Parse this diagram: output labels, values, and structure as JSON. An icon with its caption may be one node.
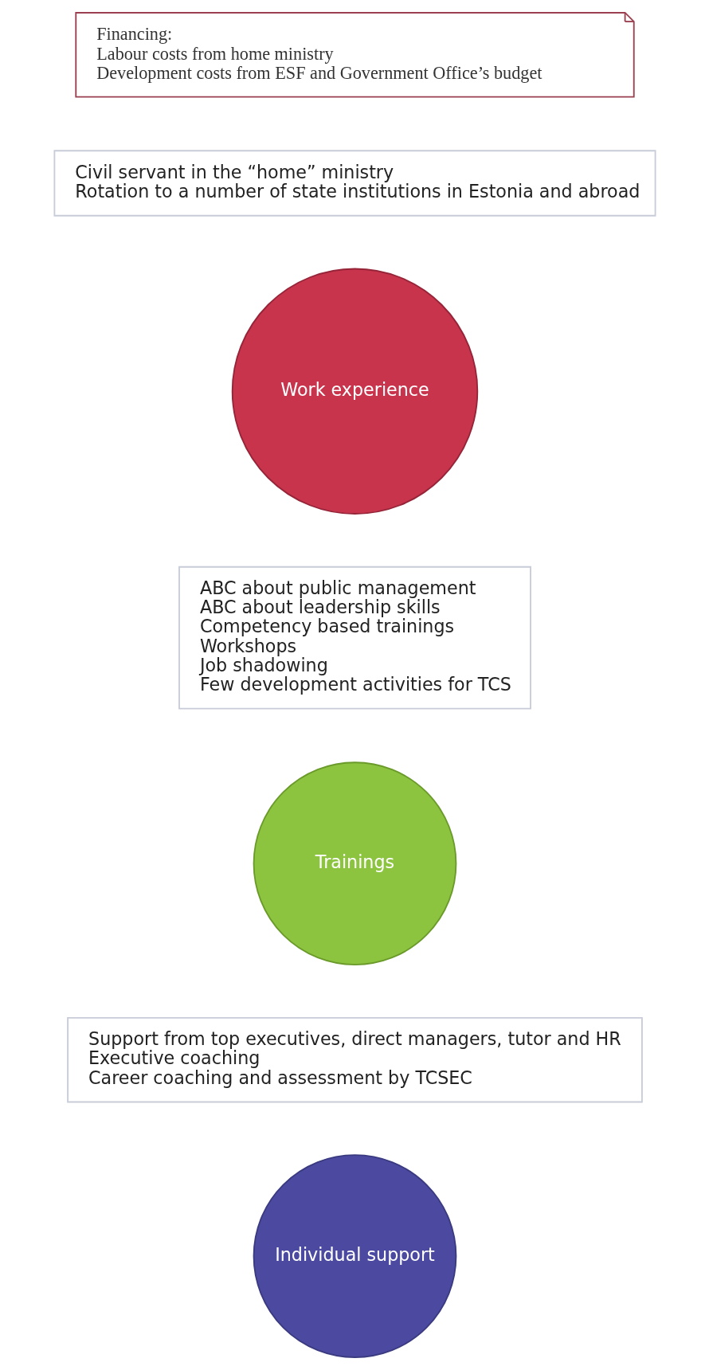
{
  "diagram": {
    "nodes": [
      {
        "text": [
          "Individual support"
        ]
      },
      {
        "text": [
          "Support from top executives, direct managers, tutor and HR",
          "Executive coaching",
          "Career coaching and assessment by TCSEC"
        ]
      },
      {
        "text": [
          "Trainings"
        ]
      },
      {
        "text": [
          "ABC about public management",
          "ABC about leadership skills",
          "Competency based trainings",
          "Workshops",
          "Job shadowing",
          "Few development activities for TCS"
        ]
      },
      {
        "text": [
          "Work experience"
        ]
      },
      {
        "text": [
          "Civil servant in the “home” ministry",
          "Rotation to a number of state institutions in Estonia and abroad"
        ]
      },
      {
        "text": [
          "Financing:",
          "Labour costs from home ministry",
          "Development costs from ESF and Government Office’s budget"
        ]
      }
    ],
    "edges": []
  }
}
